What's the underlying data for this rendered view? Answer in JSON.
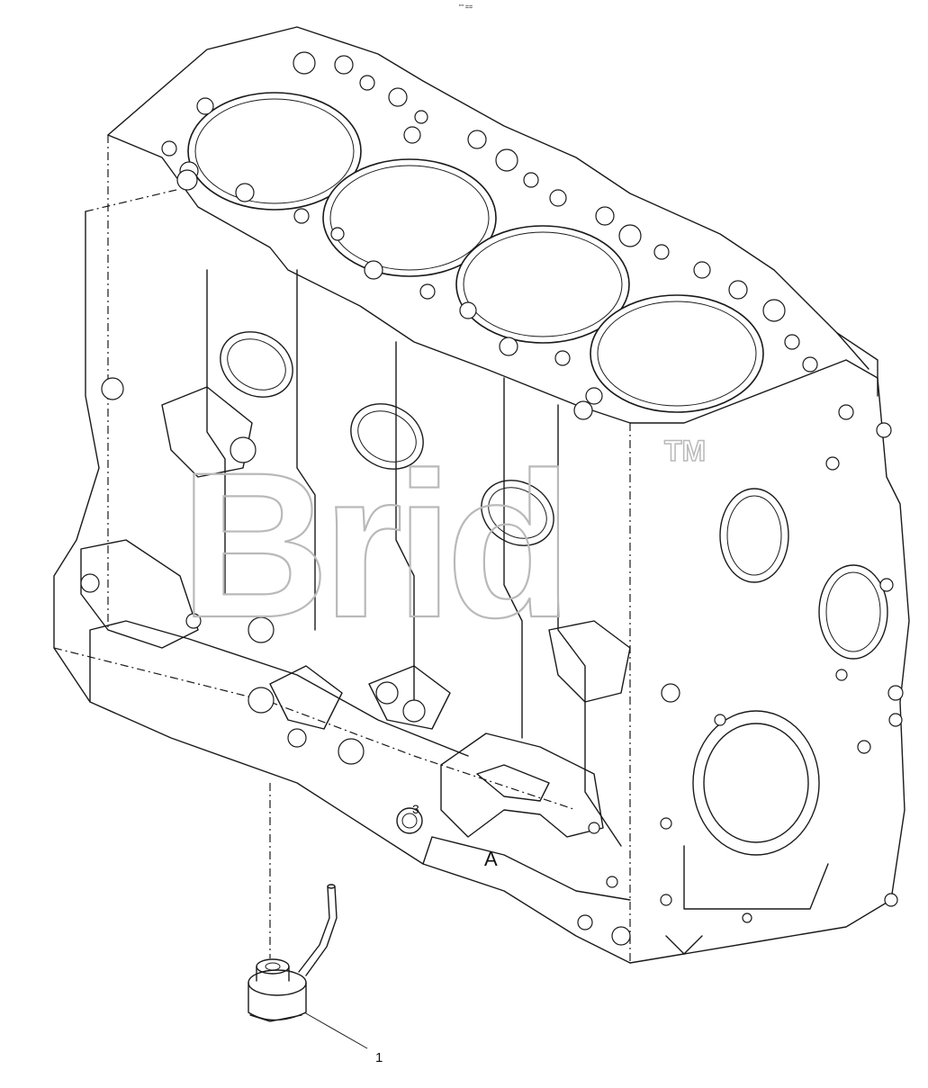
{
  "header_mark": "\"\" ==",
  "watermark": {
    "text": "Brid",
    "tm": "TM"
  },
  "casting_mark": "A",
  "casting_number": "3",
  "callouts": [
    {
      "number": "1"
    }
  ]
}
